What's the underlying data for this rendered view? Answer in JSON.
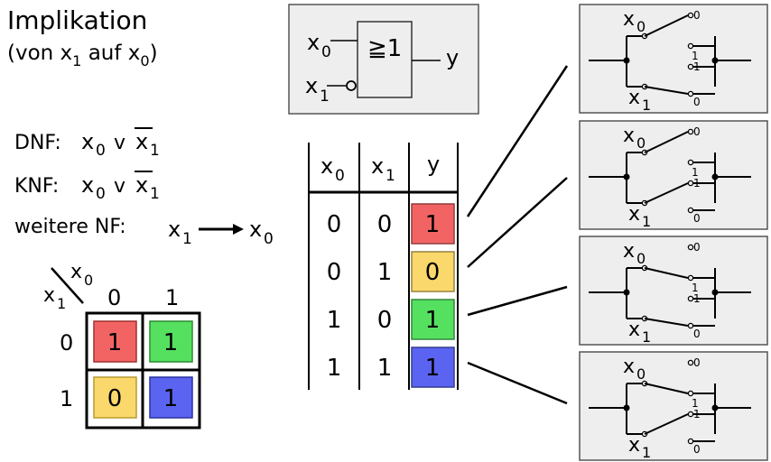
{
  "title": {
    "main": "Implikation",
    "sub_prefix": "(von x",
    "sub_idx1": "1",
    "sub_mid": " auf x",
    "sub_idx0": "0",
    "sub_suffix": ")"
  },
  "forms": {
    "dnf_label": "DNF:",
    "knf_label": "KNF:",
    "nf_label": "weitere NF:",
    "var": "x",
    "idx0": "0",
    "idx1": "1",
    "or": "v"
  },
  "gate": {
    "symbol": "≧1",
    "in0": "x",
    "in0_idx": "0",
    "in1": "x",
    "in1_idx": "1",
    "out": "y"
  },
  "truth_table": {
    "headers": [
      {
        "base": "x",
        "idx": "0"
      },
      {
        "base": "x",
        "idx": "1"
      },
      {
        "base": "y",
        "idx": ""
      }
    ],
    "rows": [
      {
        "x0": "0",
        "x1": "0",
        "y": "1",
        "color": "#f26464"
      },
      {
        "x0": "0",
        "x1": "1",
        "y": "0",
        "color": "#fbd86b"
      },
      {
        "x0": "1",
        "x1": "0",
        "y": "1",
        "color": "#55e060"
      },
      {
        "x0": "1",
        "x1": "1",
        "y": "1",
        "color": "#5a64f0"
      }
    ]
  },
  "kmap": {
    "col_var": "x",
    "col_idx": "0",
    "row_var": "x",
    "row_idx": "1",
    "col_labels": [
      "0",
      "1"
    ],
    "row_labels": [
      "0",
      "1"
    ],
    "cells": [
      [
        {
          "value": "1",
          "color": "#f26464"
        },
        {
          "value": "1",
          "color": "#55e060"
        }
      ],
      [
        {
          "value": "0",
          "color": "#fbd86b"
        },
        {
          "value": "1",
          "color": "#5a64f0"
        }
      ]
    ]
  },
  "switches": {
    "var": "x",
    "idx0": "0",
    "idx1": "1",
    "pos0": "0",
    "pos1": "1",
    "states": [
      {
        "x0": "0",
        "x1": "0"
      },
      {
        "x0": "0",
        "x1": "1"
      },
      {
        "x0": "1",
        "x1": "0"
      },
      {
        "x0": "1",
        "x1": "1"
      }
    ]
  },
  "colors": {
    "panel_bg": "#eeeeee",
    "panel_border": "#555555",
    "red": "#f26464",
    "yellow": "#fbd86b",
    "green": "#55e060",
    "blue": "#5a64f0"
  }
}
